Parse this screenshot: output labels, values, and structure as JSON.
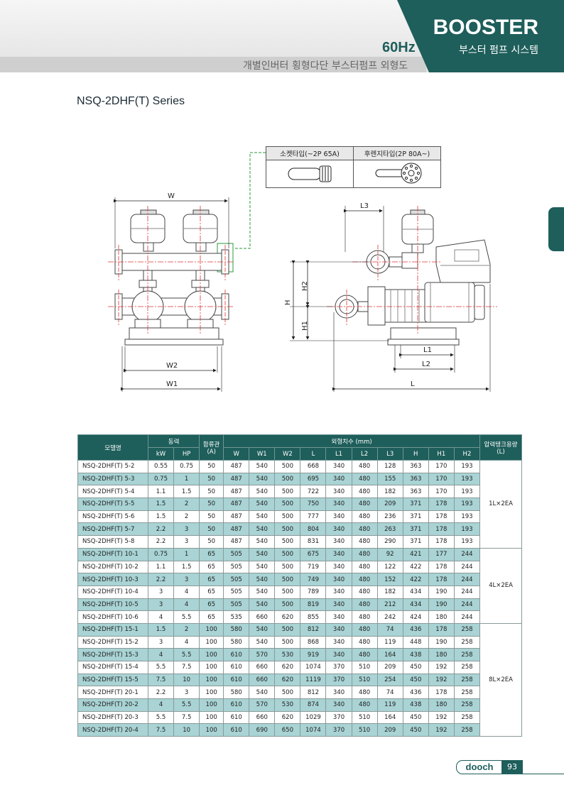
{
  "header": {
    "title": "BOOSTER",
    "title_sub": "부스터 펌프 시스템",
    "freq": "60Hz",
    "subtitle": "개별인버터 횡형다단 부스터펌프 외형도"
  },
  "series_title": "NSQ-2DHF(T) Series",
  "options": {
    "socket": "소켓타입(~2P 65A)",
    "flange": "후렌지타입(2P 80A~)"
  },
  "dims": {
    "W": "W",
    "W1": "W1",
    "W2": "W2",
    "L": "L",
    "L1": "L1",
    "L2": "L2",
    "L3": "L3",
    "H": "H",
    "H1": "H1",
    "H2": "H2"
  },
  "colors": {
    "brand": "#1e5e5b",
    "row_alt": "#a9d3d4"
  },
  "table": {
    "model_header": "모델명",
    "power_header": "동력",
    "pipe_header": "합류관",
    "pipe_unit": "(A)",
    "dims_header": "외형치수 (mm)",
    "tank_header": "압력탱크용량",
    "tank_unit": "(L)",
    "sub_headers": [
      "kW",
      "HP",
      "W",
      "W1",
      "W2",
      "L",
      "L1",
      "L2",
      "L3",
      "H",
      "H1",
      "H2"
    ],
    "rows": [
      [
        "NSQ-2DHF(T) 5-2",
        "0.55",
        "0.75",
        "50",
        "487",
        "540",
        "500",
        "668",
        "340",
        "480",
        "128",
        "363",
        "170",
        "193"
      ],
      [
        "NSQ-2DHF(T) 5-3",
        "0.75",
        "1",
        "50",
        "487",
        "540",
        "500",
        "695",
        "340",
        "480",
        "155",
        "363",
        "170",
        "193"
      ],
      [
        "NSQ-2DHF(T) 5-4",
        "1.1",
        "1.5",
        "50",
        "487",
        "540",
        "500",
        "722",
        "340",
        "480",
        "182",
        "363",
        "170",
        "193"
      ],
      [
        "NSQ-2DHF(T) 5-5",
        "1.5",
        "2",
        "50",
        "487",
        "540",
        "500",
        "750",
        "340",
        "480",
        "209",
        "371",
        "178",
        "193"
      ],
      [
        "NSQ-2DHF(T) 5-6",
        "1.5",
        "2",
        "50",
        "487",
        "540",
        "500",
        "777",
        "340",
        "480",
        "236",
        "371",
        "178",
        "193"
      ],
      [
        "NSQ-2DHF(T) 5-7",
        "2.2",
        "3",
        "50",
        "487",
        "540",
        "500",
        "804",
        "340",
        "480",
        "263",
        "371",
        "178",
        "193"
      ],
      [
        "NSQ-2DHF(T) 5-8",
        "2.2",
        "3",
        "50",
        "487",
        "540",
        "500",
        "831",
        "340",
        "480",
        "290",
        "371",
        "178",
        "193"
      ],
      [
        "NSQ-2DHF(T) 10-1",
        "0.75",
        "1",
        "65",
        "505",
        "540",
        "500",
        "675",
        "340",
        "480",
        "92",
        "421",
        "177",
        "244"
      ],
      [
        "NSQ-2DHF(T) 10-2",
        "1.1",
        "1.5",
        "65",
        "505",
        "540",
        "500",
        "719",
        "340",
        "480",
        "122",
        "422",
        "178",
        "244"
      ],
      [
        "NSQ-2DHF(T) 10-3",
        "2.2",
        "3",
        "65",
        "505",
        "540",
        "500",
        "749",
        "340",
        "480",
        "152",
        "422",
        "178",
        "244"
      ],
      [
        "NSQ-2DHF(T) 10-4",
        "3",
        "4",
        "65",
        "505",
        "540",
        "500",
        "789",
        "340",
        "480",
        "182",
        "434",
        "190",
        "244"
      ],
      [
        "NSQ-2DHF(T) 10-5",
        "3",
        "4",
        "65",
        "505",
        "540",
        "500",
        "819",
        "340",
        "480",
        "212",
        "434",
        "190",
        "244"
      ],
      [
        "NSQ-2DHF(T) 10-6",
        "4",
        "5.5",
        "65",
        "535",
        "660",
        "620",
        "855",
        "340",
        "480",
        "242",
        "424",
        "180",
        "244"
      ],
      [
        "NSQ-2DHF(T) 15-1",
        "1.5",
        "2",
        "100",
        "580",
        "540",
        "500",
        "812",
        "340",
        "480",
        "74",
        "436",
        "178",
        "258"
      ],
      [
        "NSQ-2DHF(T) 15-2",
        "3",
        "4",
        "100",
        "580",
        "540",
        "500",
        "868",
        "340",
        "480",
        "119",
        "448",
        "190",
        "258"
      ],
      [
        "NSQ-2DHF(T) 15-3",
        "4",
        "5.5",
        "100",
        "610",
        "570",
        "530",
        "919",
        "340",
        "480",
        "164",
        "438",
        "180",
        "258"
      ],
      [
        "NSQ-2DHF(T) 15-4",
        "5.5",
        "7.5",
        "100",
        "610",
        "660",
        "620",
        "1074",
        "370",
        "510",
        "209",
        "450",
        "192",
        "258"
      ],
      [
        "NSQ-2DHF(T) 15-5",
        "7.5",
        "10",
        "100",
        "610",
        "660",
        "620",
        "1119",
        "370",
        "510",
        "254",
        "450",
        "192",
        "258"
      ],
      [
        "NSQ-2DHF(T) 20-1",
        "2.2",
        "3",
        "100",
        "580",
        "540",
        "500",
        "812",
        "340",
        "480",
        "74",
        "436",
        "178",
        "258"
      ],
      [
        "NSQ-2DHF(T) 20-2",
        "4",
        "5.5",
        "100",
        "610",
        "570",
        "530",
        "874",
        "340",
        "480",
        "119",
        "438",
        "180",
        "258"
      ],
      [
        "NSQ-2DHF(T) 20-3",
        "5.5",
        "7.5",
        "100",
        "610",
        "660",
        "620",
        "1029",
        "370",
        "510",
        "164",
        "450",
        "192",
        "258"
      ],
      [
        "NSQ-2DHF(T) 20-4",
        "7.5",
        "10",
        "100",
        "610",
        "690",
        "650",
        "1074",
        "370",
        "510",
        "209",
        "450",
        "192",
        "258"
      ]
    ],
    "tank_groups": [
      {
        "label": "1L×2EA",
        "rows": 7
      },
      {
        "label": "4L×2EA",
        "rows": 6
      },
      {
        "label": "8L×2EA",
        "rows": 9
      }
    ]
  },
  "footer": {
    "logo": "dooch",
    "page": "93"
  }
}
